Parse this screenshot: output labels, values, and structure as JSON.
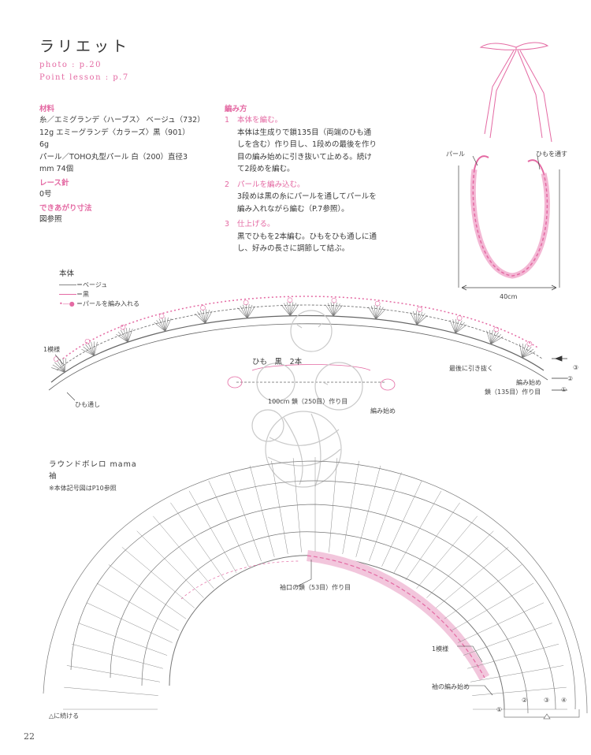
{
  "header": {
    "title": "ラリエット",
    "photo_ref": "photo : p.20",
    "lesson_ref": "Point lesson : p.7"
  },
  "materials": {
    "heading": "材料",
    "lines": [
      "糸／エミグランデ〈ハーブス〉 ベージュ（732）",
      "12g エミーグランデ〈カラーズ〉黒（901）",
      "6g",
      "パール／TOHO丸型パール 白（200）直径3",
      "mm 74個"
    ],
    "hook_heading": "レース針",
    "hook": "0号",
    "size_heading": "できあがり寸法",
    "size": "図参照"
  },
  "method": {
    "heading": "編み方",
    "steps": [
      {
        "num": "1",
        "title": "本体を編む。",
        "lines": [
          "本体は生成りで鎖135目（両端のひも通",
          "しを含む）作り目し、1段めの最後を作り",
          "目の編み始めに引き抜いて止める。続け",
          "て2段めを編む。"
        ]
      },
      {
        "num": "2",
        "title": "パールを編み込む。",
        "lines": [
          "3段めは黒の糸にパールを通してパールを",
          "編み入れながら編む（P.7参照）。"
        ]
      },
      {
        "num": "3",
        "title": "仕上げる。",
        "lines": [
          "黒でひもを2本編む。ひもをひも通しに通",
          "し、好みの長さに調節して結ぶ。"
        ]
      }
    ]
  },
  "necklace": {
    "pearl_label": "パール",
    "string_label": "ひもを通す",
    "width_label": "40cm"
  },
  "body_diagram": {
    "label": "本体",
    "legend": [
      "＝ベージュ",
      "＝黒",
      "＝パールを編み入れる"
    ],
    "pattern_label": "1模様",
    "loop_label": "ひも通し",
    "last_label": "最後に引き抜く",
    "start_label": "編み始め",
    "chain_label": "鎖（135目）作り目",
    "rows": [
      "③",
      "②",
      "①"
    ]
  },
  "string_diagram": {
    "label": "ひも",
    "color": "黒",
    "count": "2本",
    "chain": "100cm 鎖（250目）作り目",
    "start": "編み始め"
  },
  "bolero": {
    "title": "ラウンドボレロ mama",
    "subtitle": "袖",
    "note": "※本体記号図はP10参照",
    "cuff_label": "袖口の鎖（53目）作り目",
    "pattern_label": "1模様",
    "start_label": "袖の編み始め",
    "continue_label": "△に続ける",
    "row_labels": [
      "①",
      "②",
      "③",
      "④"
    ]
  },
  "page_number": "22",
  "colors": {
    "accent": "#e46aa3",
    "chart_line": "#5a5a5a",
    "highlight": "#f2c6dc"
  }
}
